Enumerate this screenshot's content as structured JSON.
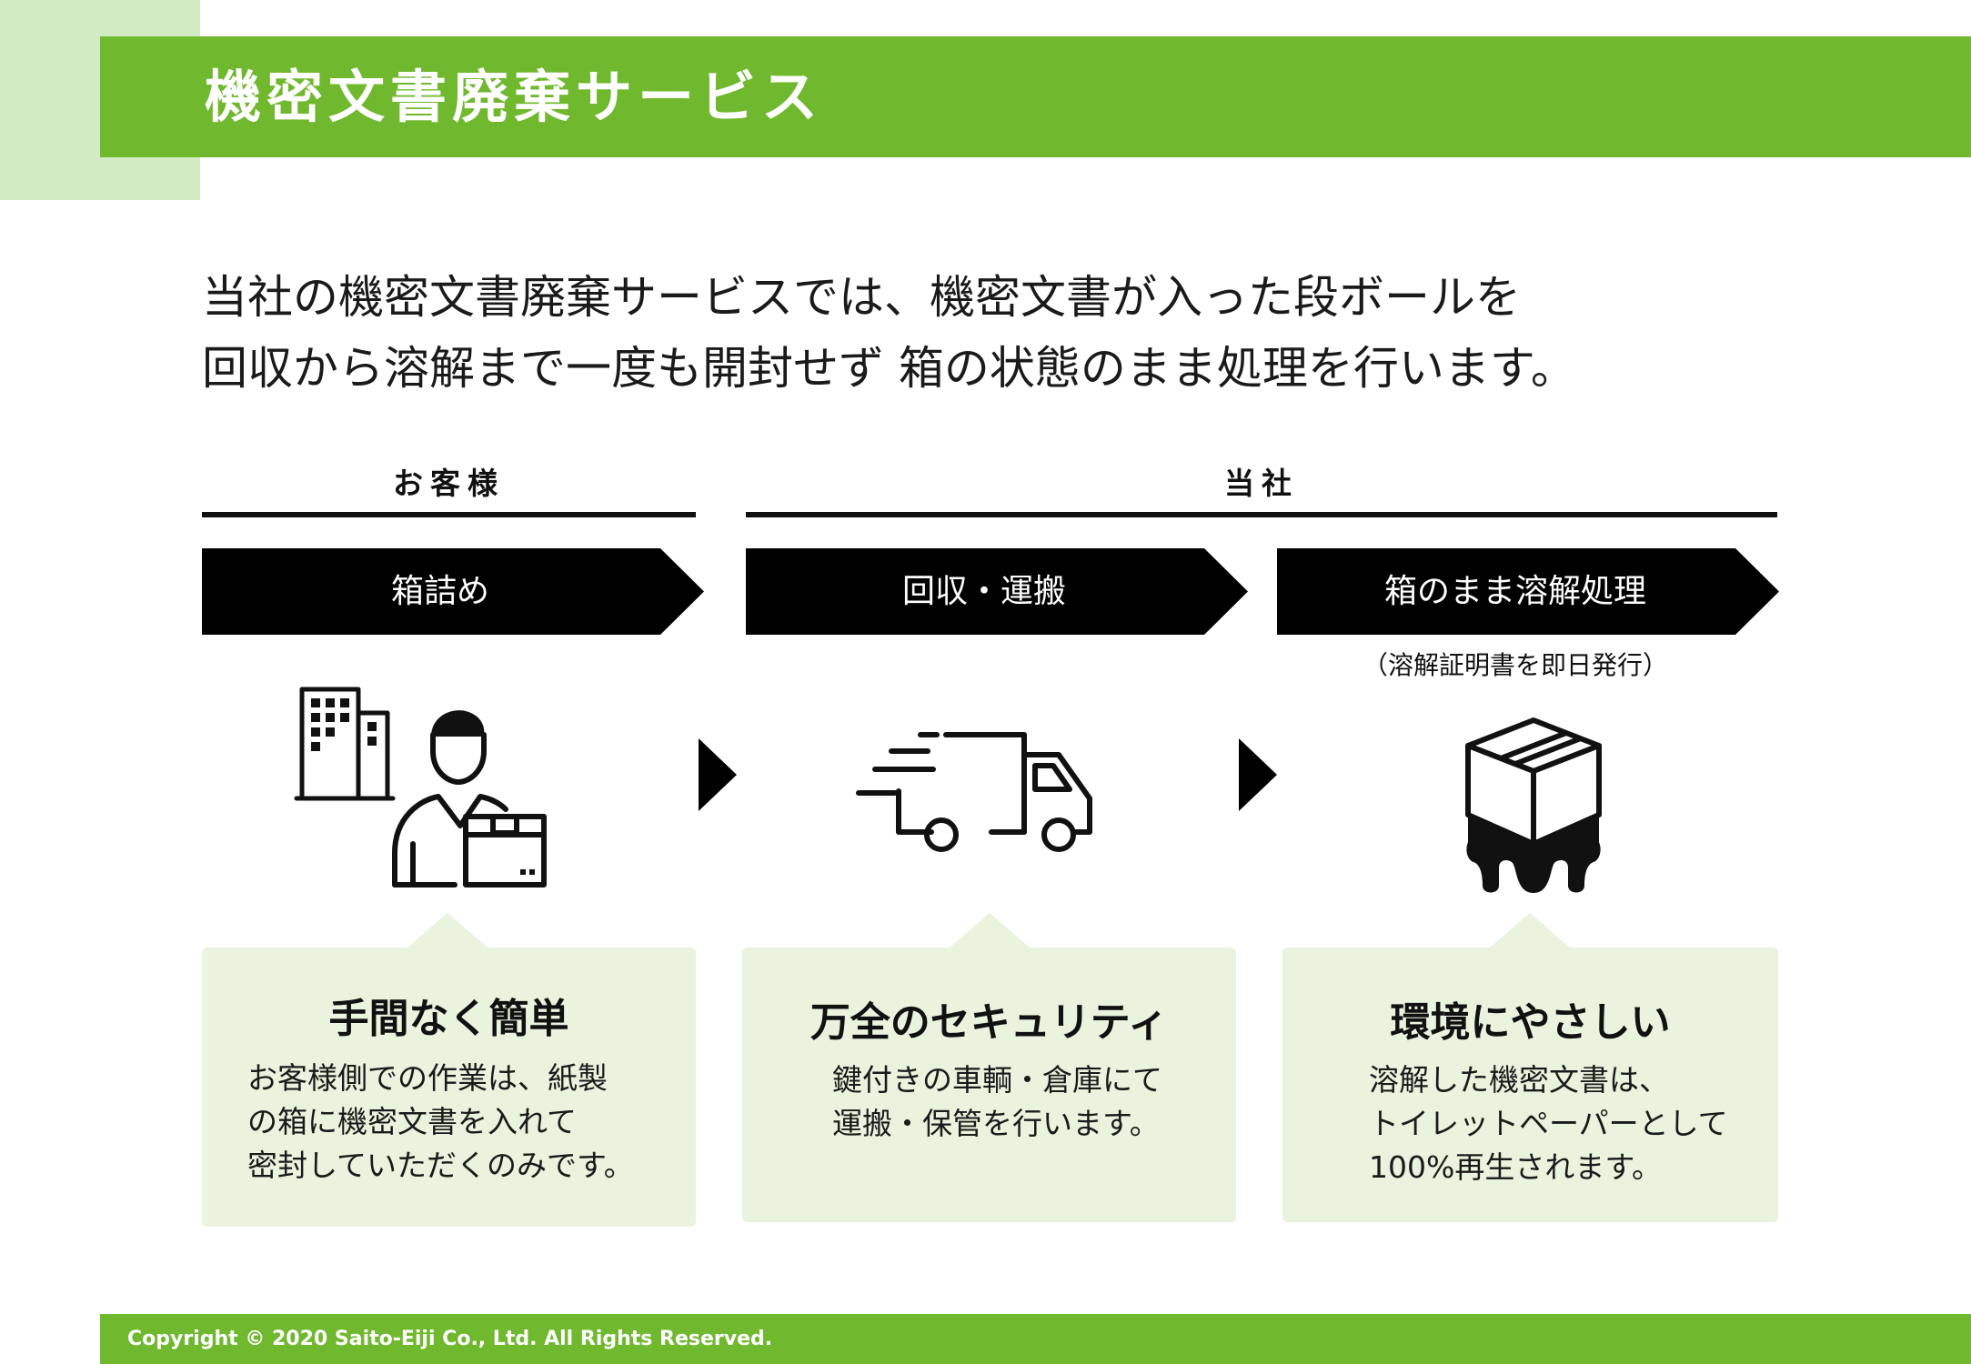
{
  "header": {
    "title": "機密文書廃棄サービス"
  },
  "intro": {
    "line1": "当社の機密文書廃棄サービスでは、機密文書が入った段ボールを",
    "line2": "回収から溶解まで一度も開封せず 箱の状態のまま処理を行います。"
  },
  "parties": {
    "customer": "お客様",
    "company": "当社"
  },
  "steps": [
    {
      "label": "箱詰め",
      "icon": "person-with-box-icon"
    },
    {
      "label": "回収・運搬",
      "icon": "delivery-truck-icon"
    },
    {
      "label": "箱のまま溶解処理",
      "note": "（溶解証明書を即日発行）",
      "icon": "melting-box-icon"
    }
  ],
  "cards": [
    {
      "heading": "手間なく簡単",
      "lines": [
        "お客様側での作業は、紙製",
        "の箱に機密文書を入れて",
        "密封していただくのみです。"
      ]
    },
    {
      "heading": "万全のセキュリティ",
      "lines": [
        "鍵付きの車輌・倉庫にて",
        "運搬・保管を行います。"
      ]
    },
    {
      "heading": "環境にやさしい",
      "lines": [
        "溶解した機密文書は、",
        "トイレットペーパーとして",
        "100%再生されます。"
      ]
    }
  ],
  "footer": {
    "copyright": "Copyright © 2020 Saito-Eiji Co., Ltd.  All Rights Reserved."
  },
  "colors": {
    "brand_green": "#70b82e",
    "light_green": "#d3ebc2",
    "card_bg": "#e9f3dd",
    "step_bg": "#000000"
  }
}
